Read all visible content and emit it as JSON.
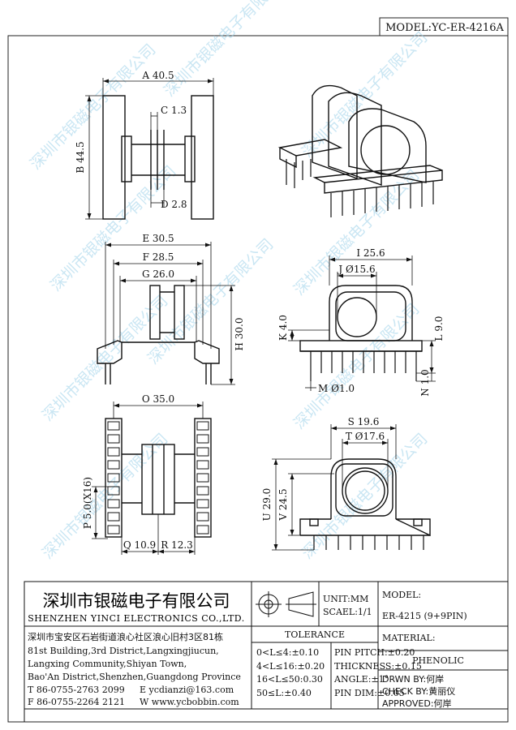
{
  "model_header": "MODEL:YC-ER-4216A",
  "watermark": "深圳市银磁电子有限公司",
  "dimensions": {
    "A": "A 40.5",
    "B": "B 44.5",
    "C": "C 1.3",
    "D": "D 2.8",
    "E": "E 30.5",
    "F": "F 28.5",
    "G": "G 26.0",
    "H": "H 30.0",
    "I": "I 25.6",
    "J": "J Ø15.6",
    "K": "K 4.0",
    "L": "L 9.0",
    "M": "M Ø1.0",
    "N": "N 1.0",
    "O": "O 35.0",
    "P": "P 5.0(X16)",
    "Q": "Q 10.9",
    "R": "R 12.3",
    "S": "S 19.6",
    "T": "T Ø17.6",
    "U": "U 29.0",
    "V": "V 24.5"
  },
  "title_block": {
    "company_cn": "深圳市银磁电子有限公司",
    "company_en": "SHENZHEN YINCI ELECTRONICS CO.,LTD.",
    "unit": "UNIT:MM",
    "scale": "SCAEL:1/1",
    "model_label": "MODEL:",
    "model_value": "ER-4215 (9+9PIN)",
    "address_lines": [
      "深圳市宝安区石岩街道浪心社区浪心旧村3区81栋",
      "81st Building,3rd District,Langxingjiucun,",
      "Langxing Community,Shiyan Town,",
      "Bao'An District,Shenzhen,Guangdong Province"
    ],
    "tel": "T 86-0755-2763 2099",
    "email": "E ycdianzi@163.com",
    "fax": "F 86-0755-2264 2121",
    "web": "W www.ycbobbin.com",
    "tolerance_title": "TOLERANCE",
    "tolerances": [
      "0<L≤4:±0.10",
      "4<L≤16:±0.20",
      "16<L≤50:0.30",
      "50≤L:±0.40"
    ],
    "pin_tolerances": [
      "PIN PITCH:±0.20",
      "THICKNESS:±0.15",
      "ANGLE:±1°",
      "PIN DIM:±0.05"
    ],
    "material_label": "MATERIAL:",
    "material_value": "PHENOLIC",
    "drawn_by": "DRWN BY:何岸",
    "check_by": "CHECK BY:黄丽仪",
    "approved": "APPROVED:何岸"
  }
}
